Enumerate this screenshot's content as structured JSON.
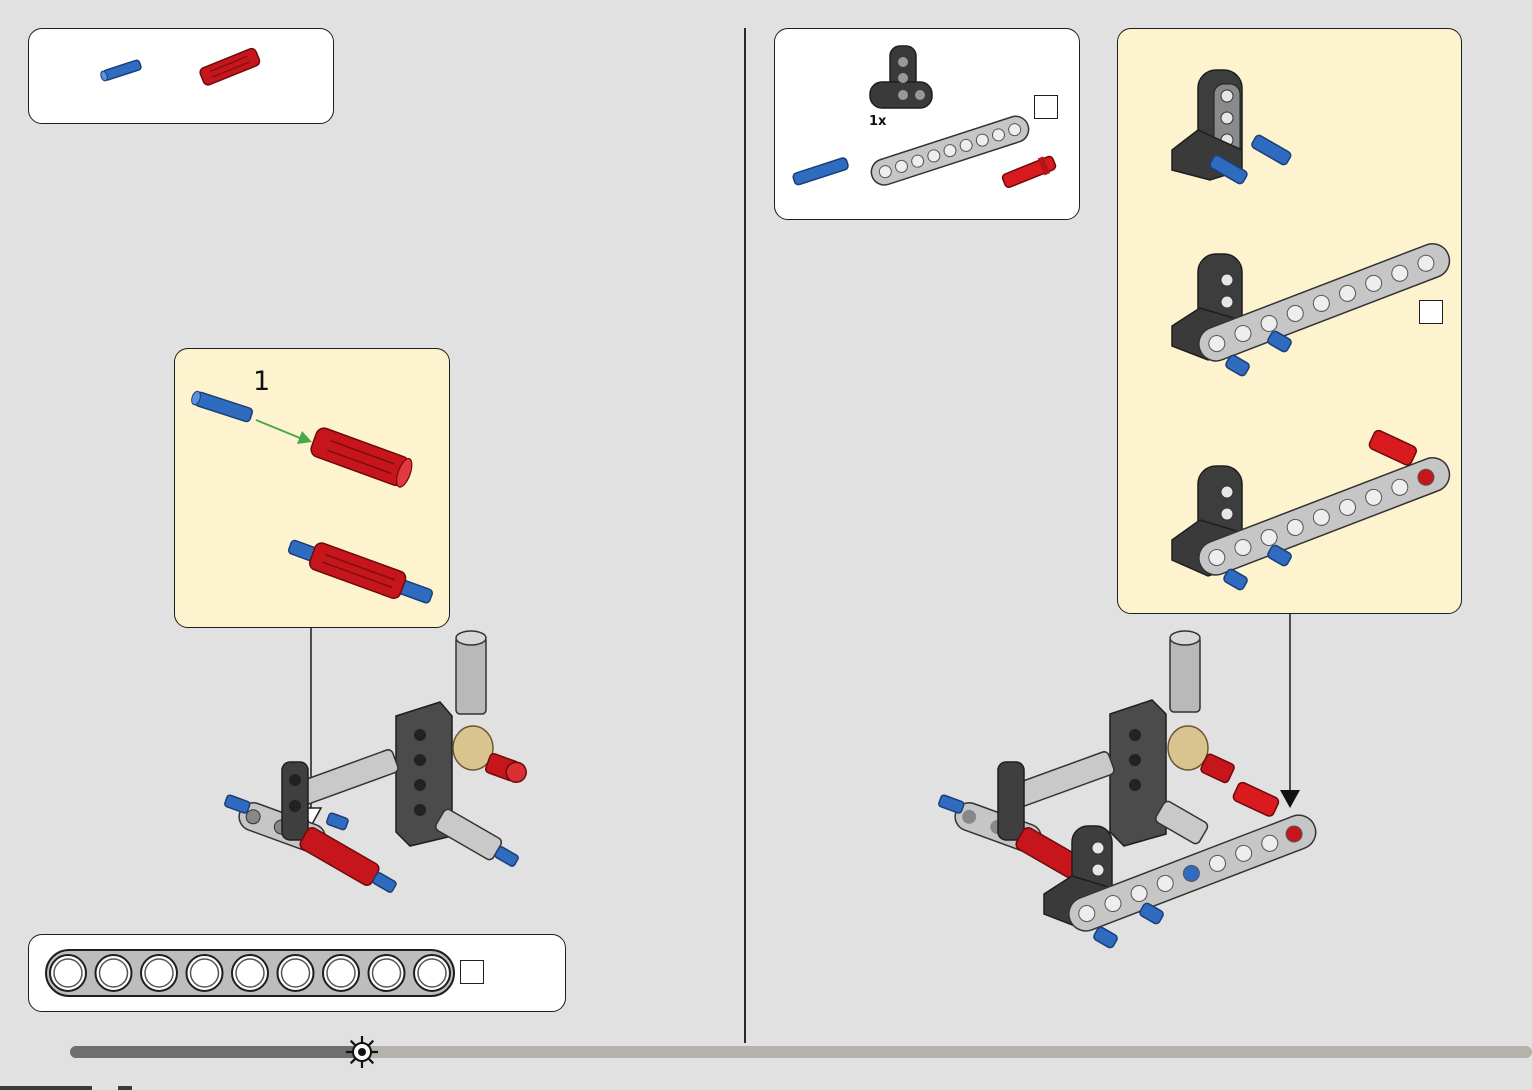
{
  "page": {
    "background": "#e1e1e1"
  },
  "colors": {
    "blue_pin": "#2f6cc0",
    "red_pin": "#c7161b",
    "light_gray": "#c6c6c6",
    "dark_gray": "#3f3f3f",
    "arrow_green": "#4aa84a",
    "callout_bg": "#fdf4cf"
  },
  "left_page": {
    "parts_box": {
      "items": [
        {
          "icon": "blue-axle-pin-icon"
        },
        {
          "icon": "red-axle-connector-icon"
        }
      ]
    },
    "callout": {
      "step_number": "1"
    },
    "beam_box": {
      "icon": "beam-9-icon",
      "hole_count": 9
    }
  },
  "right_page": {
    "parts_box": {
      "quantity_label": "1x",
      "items": [
        {
          "icon": "black-t-beam-icon"
        },
        {
          "icon": "blue-axle-pin-icon"
        },
        {
          "icon": "gray-beam-9-icon"
        },
        {
          "icon": "red-axle-pin-icon"
        }
      ]
    },
    "callout": {
      "substeps": 3
    }
  },
  "progress": {
    "value": 0.2,
    "marker_icon": "sun-gear-icon"
  }
}
